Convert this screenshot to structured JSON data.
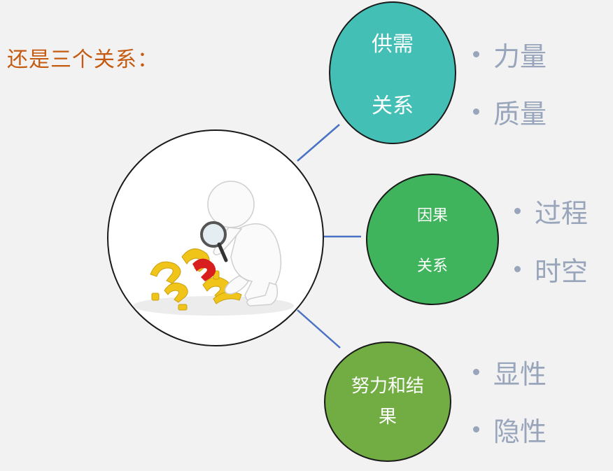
{
  "heading": "还是三个关系：",
  "nodes": [
    {
      "line1": "供需",
      "line2": "关系",
      "color": "#44bfb6",
      "bullets": [
        "力量",
        "质量"
      ]
    },
    {
      "line1": "因果",
      "line2": "关系",
      "color": "#3fb45d",
      "bullets": [
        "过程",
        "时空"
      ]
    },
    {
      "line1": "努力和结",
      "line2": "果",
      "color": "#72ad44",
      "bullets": [
        "显性",
        "隐性"
      ]
    }
  ],
  "colors": {
    "heading": "#c55a11",
    "bullet_text": "#98a5bb",
    "connector": "#4a72c4",
    "background": "#f2f2f2"
  },
  "center_image": "figure-with-magnifying-glass-and-question-marks"
}
